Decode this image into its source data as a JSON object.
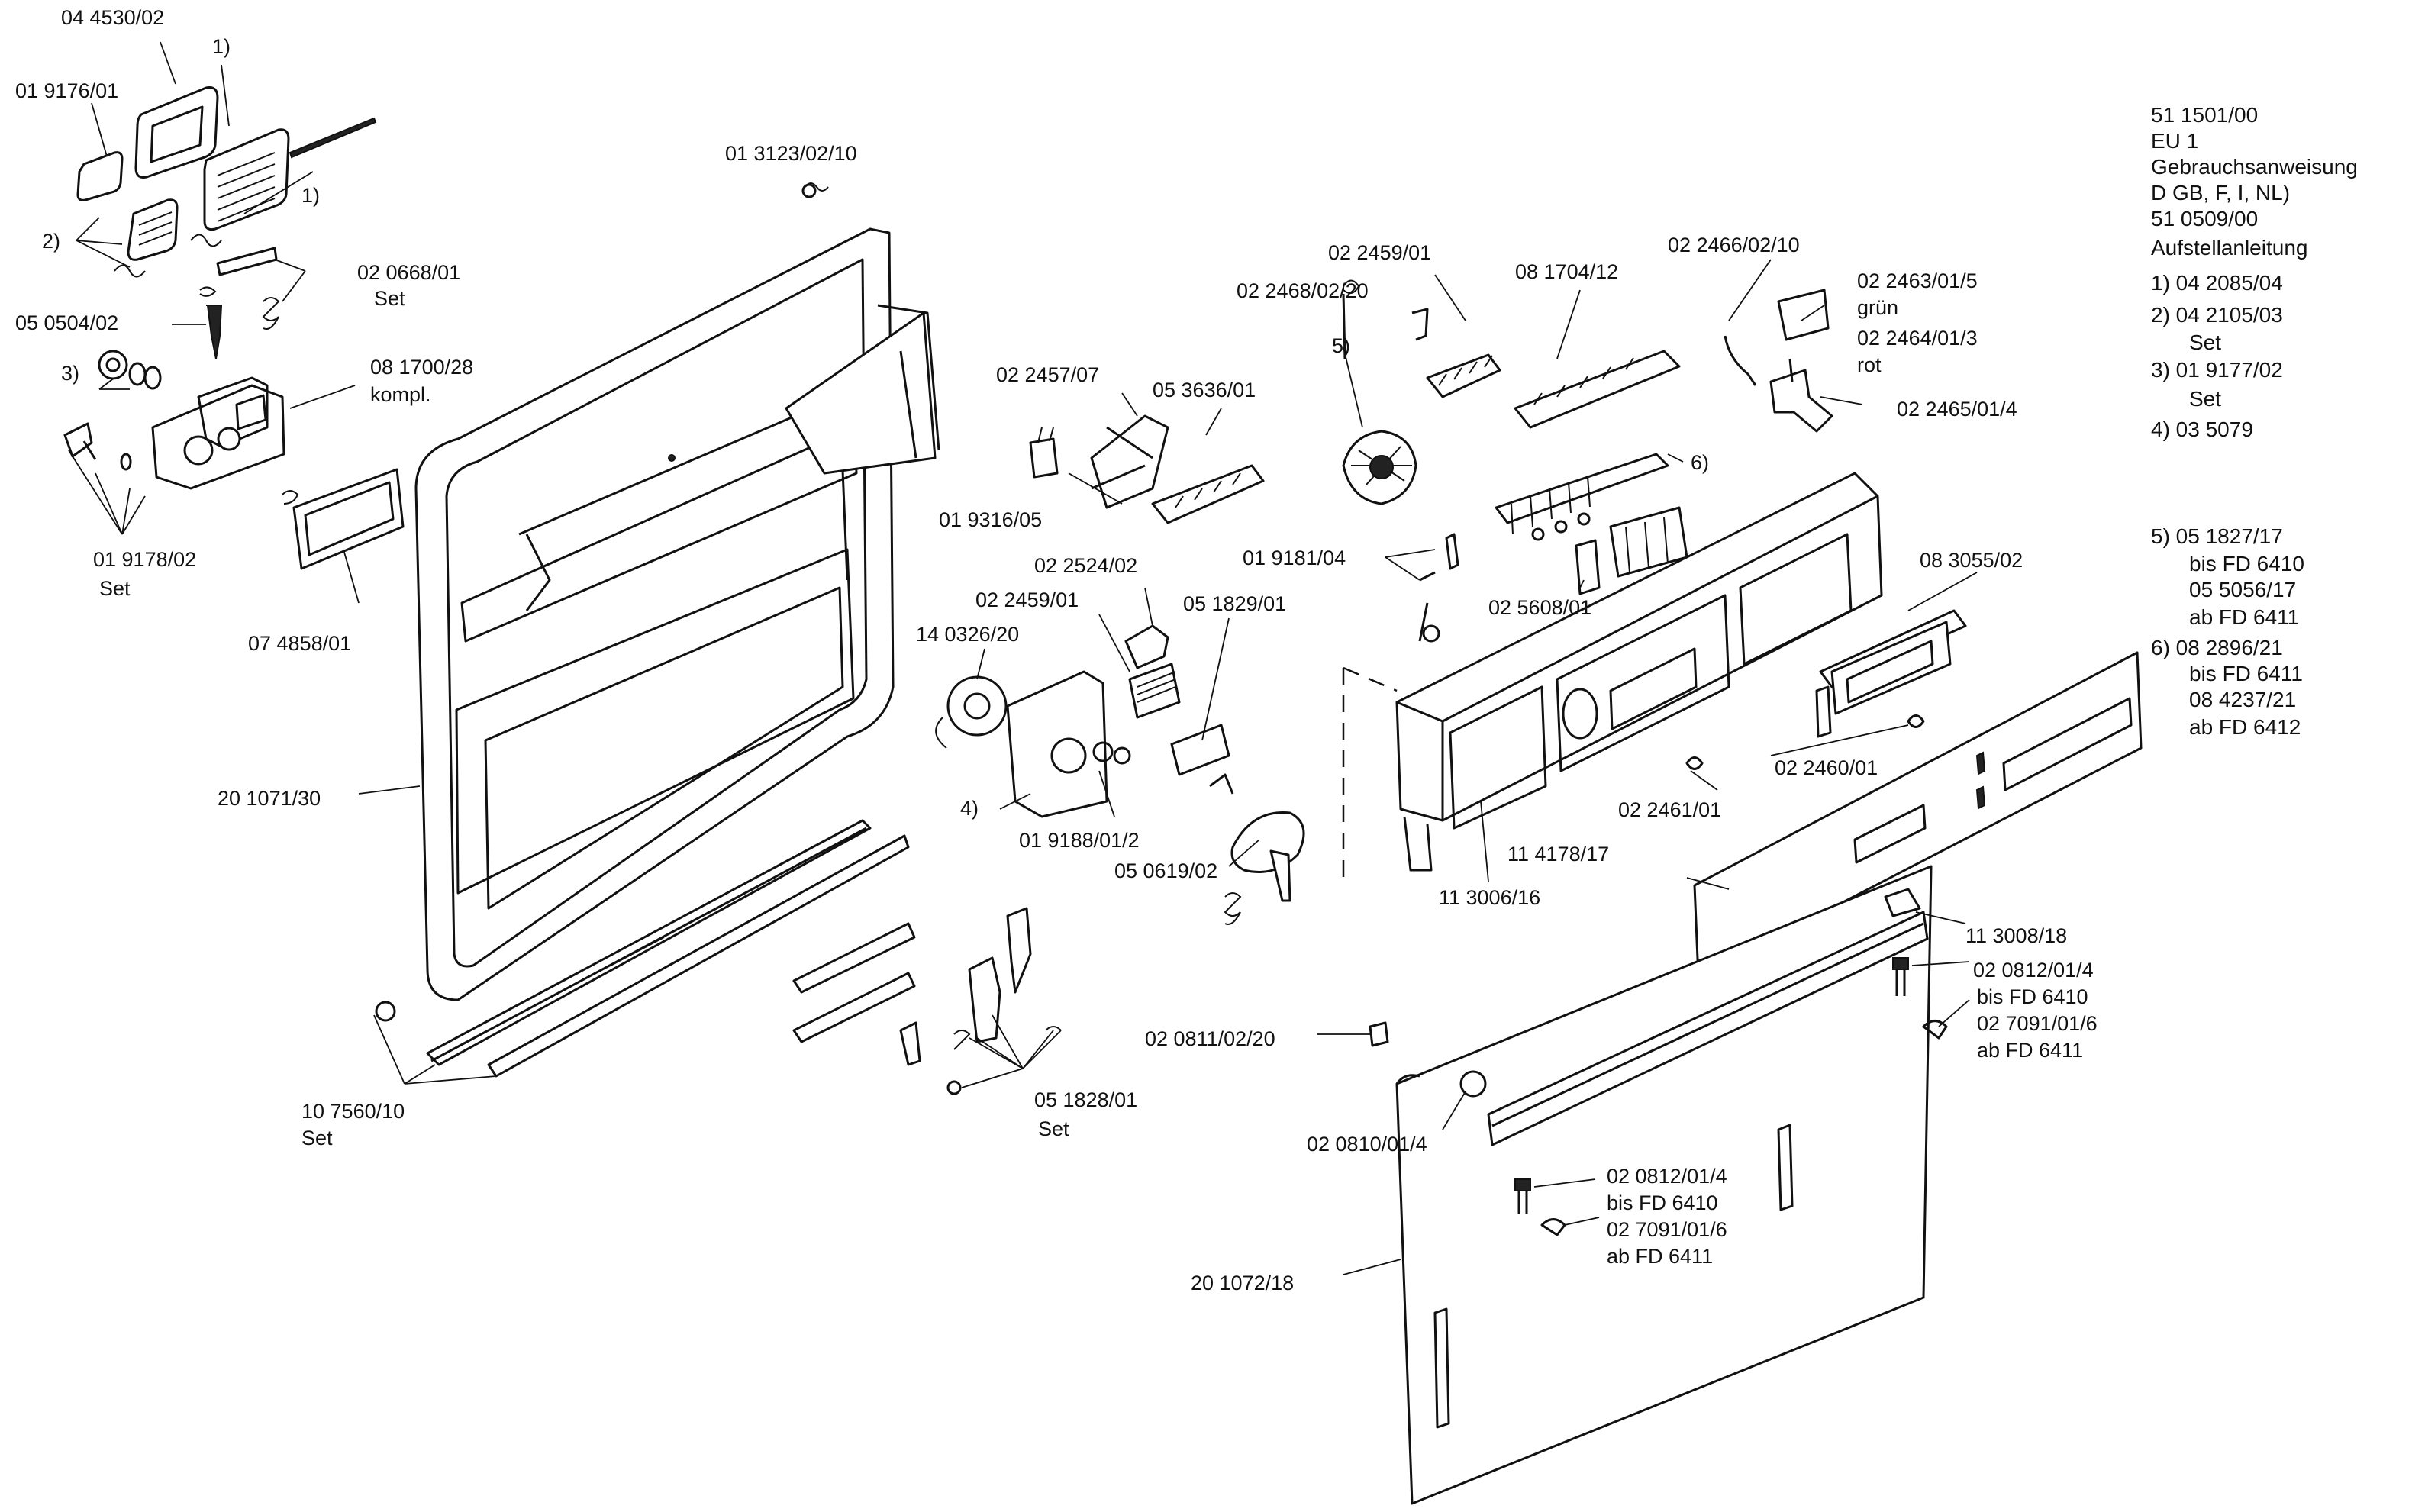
{
  "parts": [
    "04 4530/02",
    "1)",
    "01 9176/01",
    "1)",
    "2)",
    "02 0668/01",
    "Set",
    "05 0504/02",
    "3)",
    "08 1700/28",
    "kompl.",
    "01 9178/02",
    "Set",
    "07 4858/01",
    "01 3123/02/10",
    "20 1071/30",
    "10 7560/10",
    "Set",
    "02 2457/07",
    "05 3636/01",
    "01 9316/05",
    "02 2524/02",
    "02 2459/01",
    "05 1829/01",
    "14 0326/20",
    "4)",
    "01 9188/01/2",
    "05 0619/02",
    "05 1828/01",
    "Set",
    "02 2459/01",
    "02 2468/02/20",
    "5)",
    "08 1704/12",
    "02 2466/02/10",
    "02 2463/01/5",
    "grün",
    "02 2464/01/3",
    "rot",
    "02 2465/01/4",
    "6)",
    "01 9181/04",
    "02 5608/01",
    "08 3055/02",
    "02 2461/01",
    "02 2460/01",
    "11 3006/16",
    "11 4178/17",
    "11 3008/18",
    "02 0812/01/4",
    "bis FD 6410",
    "02 7091/01/6",
    "ab FD 6411",
    "02 0811/02/20",
    "02 0810/01/4",
    "02 0812/01/4",
    "bis FD 6410",
    "02 7091/01/6",
    "ab FD 6411",
    "20 1072/18"
  ],
  "notes": [
    "51 1501/00",
    "EU 1",
    "Gebrauchsanweisung",
    "D  GB, F, I, NL)",
    "51 0509/00",
    "Aufstellanleitung",
    "1) 04 2085/04",
    "2) 04 2105/03",
    "Set",
    "3) 01 9177/02",
    "Set",
    "4) 03 5079",
    "5) 05 1827/17",
    "bis FD 6410",
    "05 5056/17",
    "ab FD 6411",
    "6) 08 2896/21",
    "bis FD 6411",
    "08 4237/21",
    "ab FD 6412"
  ]
}
